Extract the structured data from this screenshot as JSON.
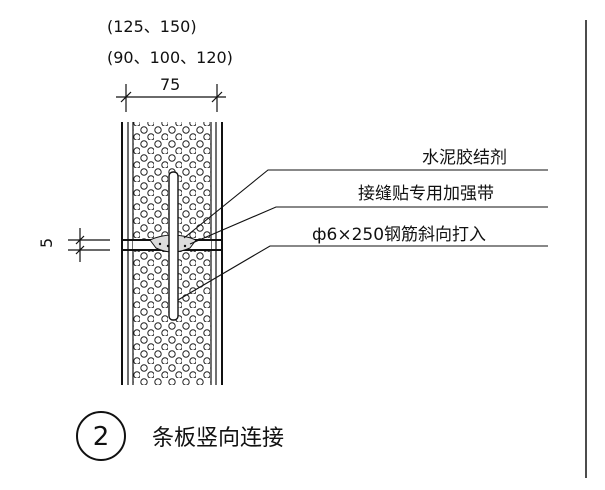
{
  "dimensions": {
    "line_1": "(125、150)",
    "line_2": "(90、100、120)",
    "width": "75",
    "gap": "5"
  },
  "callouts": [
    {
      "label": "水泥胶结剂"
    },
    {
      "label": "接缝贴专用加强带"
    },
    {
      "label": "ф6×250钢筋斜向打入"
    }
  ],
  "detail": {
    "number": "2",
    "title": "条板竖向连接"
  }
}
